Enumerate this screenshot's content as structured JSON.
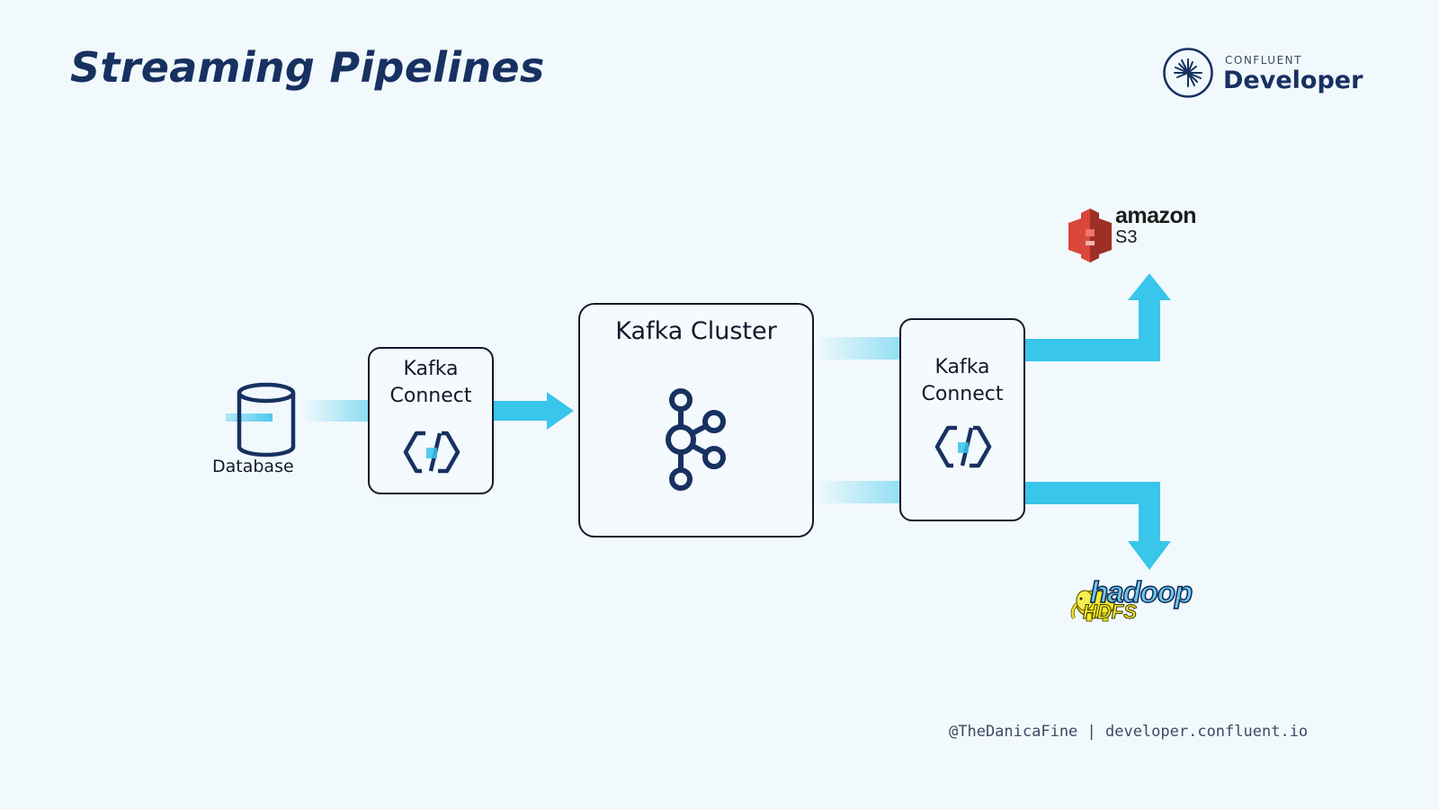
{
  "slide": {
    "title": "Streaming Pipelines"
  },
  "brand": {
    "small_label": "CONFLUENT",
    "big_label": "Developer",
    "logo_icon": "confluent-starburst-icon"
  },
  "diagram": {
    "source": {
      "label": "Database",
      "icon": "database-cylinder-icon"
    },
    "source_connector": {
      "label_line1": "Kafka",
      "label_line2": "Connect",
      "icon": "kafka-connect-icon"
    },
    "cluster": {
      "label": "Kafka Cluster",
      "icon": "kafka-logo-icon"
    },
    "sink_connector": {
      "label_line1": "Kafka",
      "label_line2": "Connect",
      "icon": "kafka-connect-icon"
    },
    "sinks": [
      {
        "name": "Amazon S3",
        "label_line1": "amazon",
        "label_line2": "S3",
        "icon": "amazon-s3-icon"
      },
      {
        "name": "Hadoop HDFS",
        "label_line1": "hadoop",
        "label_line2": "HDFS",
        "icon": "hadoop-elephant-icon"
      }
    ],
    "colors": {
      "arrow": "#38c6ea",
      "box_border": "#111a2b",
      "icon_navy": "#173161",
      "s3_red": "#d9473a"
    }
  },
  "footer": {
    "text": "@TheDanicaFine | developer.confluent.io"
  }
}
